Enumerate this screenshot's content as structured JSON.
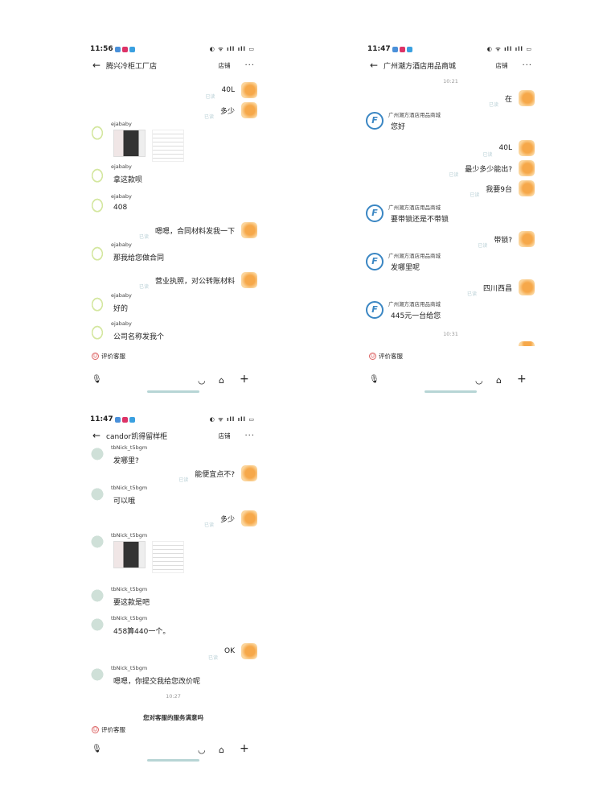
{
  "panels": [
    {
      "status_time": "11:56",
      "title": "腾兴冷柜工厂店",
      "shop": "店铺",
      "more": "···",
      "messages": [
        {
          "from": "me",
          "text": "40L",
          "read": "已读"
        },
        {
          "from": "me",
          "text": "多少",
          "read": "已读"
        },
        {
          "from": "ejababy",
          "type": "image"
        },
        {
          "from": "ejababy",
          "text": "拿这款呗"
        },
        {
          "from": "ejababy",
          "text": "408"
        },
        {
          "from": "me",
          "text": "嗯嗯，合同材料发我一下",
          "read": "已读"
        },
        {
          "from": "ejababy",
          "text": "那我给您做合同"
        },
        {
          "from": "me",
          "text": "营业执照，对公转账材料",
          "read": "已读"
        },
        {
          "from": "ejababy",
          "text": "好的"
        },
        {
          "from": "ejababy",
          "text": "公司名称发我个"
        }
      ],
      "rate": "评价客服"
    },
    {
      "status_time": "11:47",
      "title": "广州潮方酒店用品商城",
      "shop": "店铺",
      "more": "···",
      "time1": "10:21",
      "time2": "10:31",
      "messages": [
        {
          "from": "me",
          "text": "在",
          "read": "已读"
        },
        {
          "from": "广州潮方酒店用品商城",
          "text": "您好"
        },
        {
          "from": "me",
          "text": "40L",
          "read": "已读"
        },
        {
          "from": "me",
          "text": "最少多少能出?",
          "read": "已读"
        },
        {
          "from": "me",
          "text": "我要9台",
          "read": "已读"
        },
        {
          "from": "广州潮方酒店用品商城",
          "text": "要带锁还是不带锁"
        },
        {
          "from": "me",
          "text": "带锁?",
          "read": "已读"
        },
        {
          "from": "广州潮方酒店用品商城",
          "text": "发哪里呢"
        },
        {
          "from": "me",
          "text": "四川西昌",
          "read": "已读"
        },
        {
          "from": "广州潮方酒店用品商城",
          "text": "445元一台给您"
        }
      ],
      "rate": "评价客服"
    },
    {
      "status_time": "11:47",
      "title": "candor凯得留样柜",
      "shop": "店铺",
      "more": "···",
      "time1": "10:27",
      "survey": "您对客服的服务满意吗",
      "messages": [
        {
          "from": "tbNick_t5bgm",
          "text": "发哪里?"
        },
        {
          "from": "me",
          "text": "能便宜点不?",
          "read": "已读"
        },
        {
          "from": "tbNick_t5bgm",
          "text": "可以哦"
        },
        {
          "from": "me",
          "text": "多少",
          "read": "已读"
        },
        {
          "from": "tbNick_t5bgm",
          "type": "image"
        },
        {
          "from": "tbNick_t5bgm",
          "text": "要这款是吧"
        },
        {
          "from": "tbNick_t5bgm",
          "text": "458算440一个。"
        },
        {
          "from": "me",
          "text": "OK",
          "read": "已读"
        },
        {
          "from": "tbNick_t5bgm",
          "text": "嗯嗯，你提交我给您改价呢"
        }
      ],
      "rate": "评价客服"
    }
  ]
}
